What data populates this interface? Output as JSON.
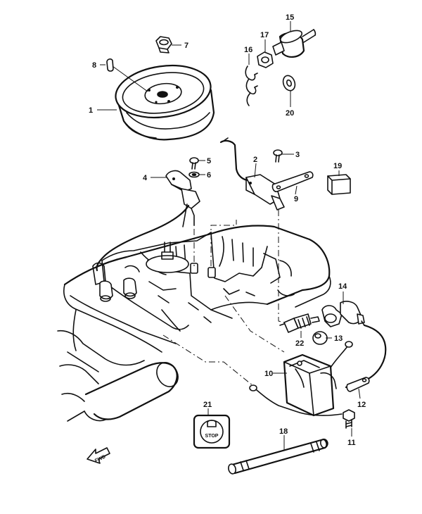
{
  "callouts": {
    "c1": "1",
    "c2": "2",
    "c3": "3",
    "c4": "4",
    "c5": "5",
    "c6": "6",
    "c7": "7",
    "c8": "8",
    "c9": "9",
    "c10": "10",
    "c11": "11",
    "c12": "12",
    "c13": "13",
    "c14": "14",
    "c15": "15",
    "c16": "16",
    "c17": "17",
    "c18": "18",
    "c19": "19",
    "c20": "20",
    "c21": "21",
    "c22": "22"
  },
  "labels": {
    "stop": "STOP",
    "fwd": "FWD"
  }
}
